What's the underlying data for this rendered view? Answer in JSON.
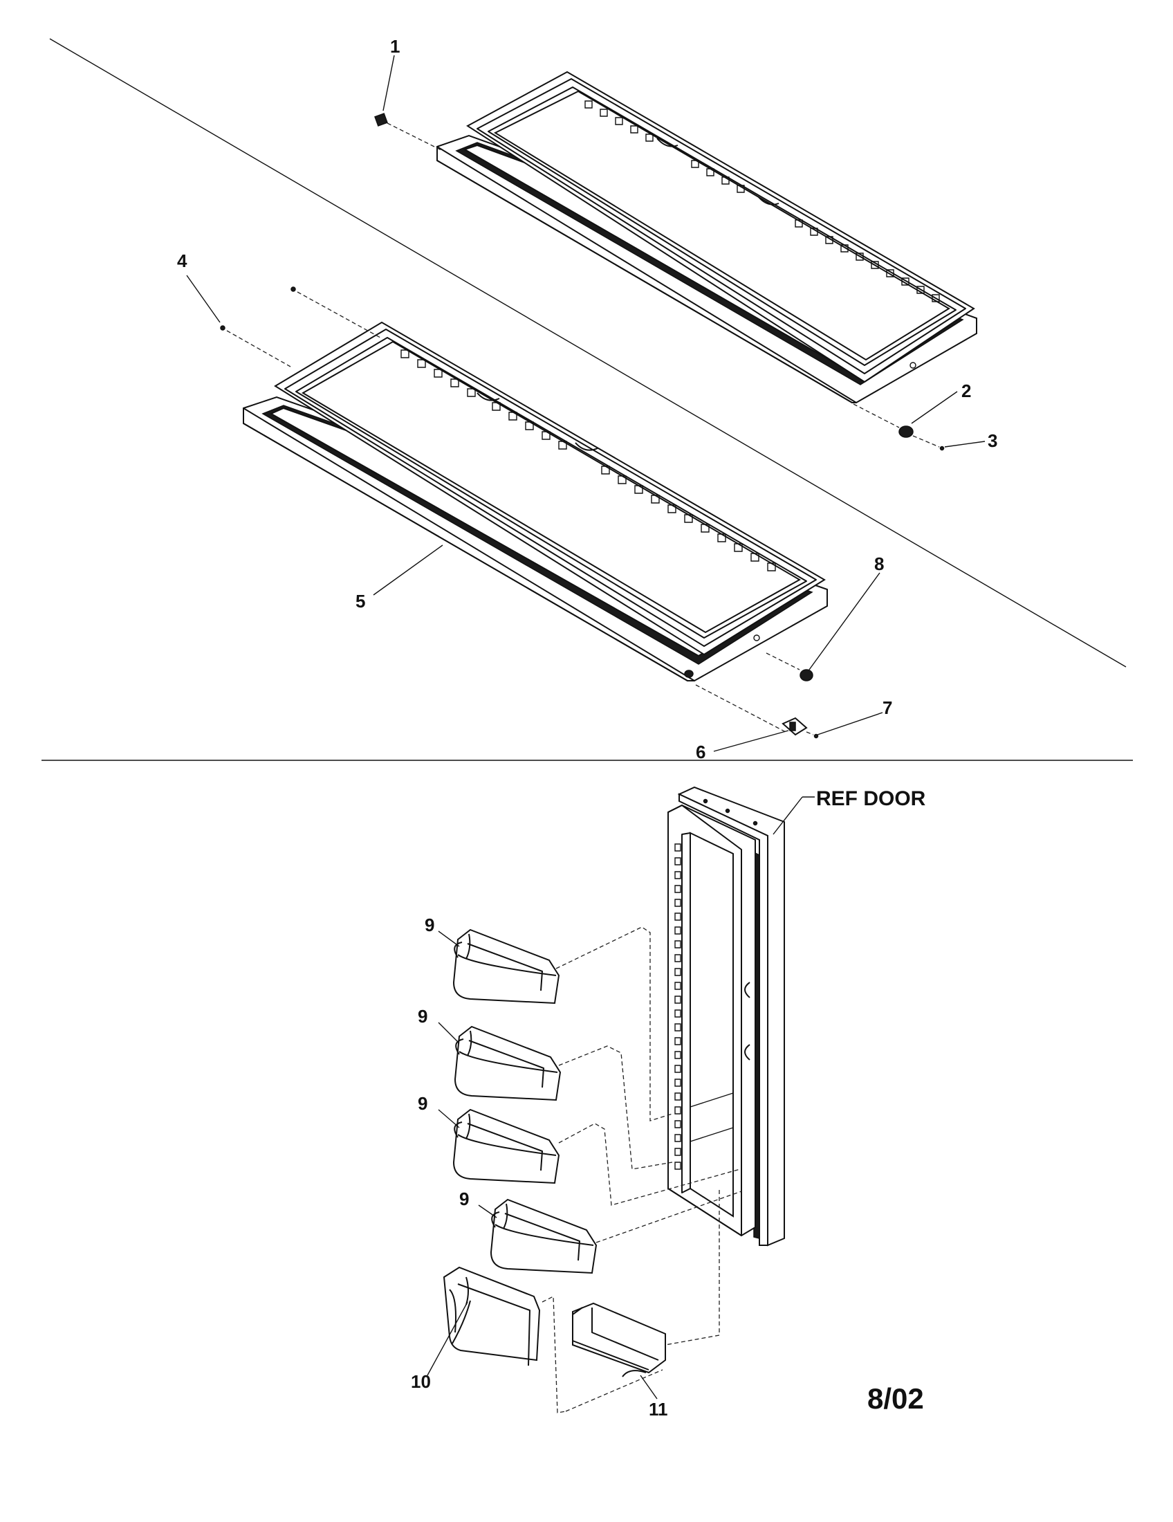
{
  "callouts": {
    "c1": "1",
    "c2": "2",
    "c3": "3",
    "c4": "4",
    "c5": "5",
    "c6": "6",
    "c7": "7",
    "c8": "8",
    "c9a": "9",
    "c9b": "9",
    "c9c": "9",
    "c9d": "9",
    "c10": "10",
    "c11": "11"
  },
  "ref_door_label": "REF DOOR",
  "date_stamp": "8/02"
}
